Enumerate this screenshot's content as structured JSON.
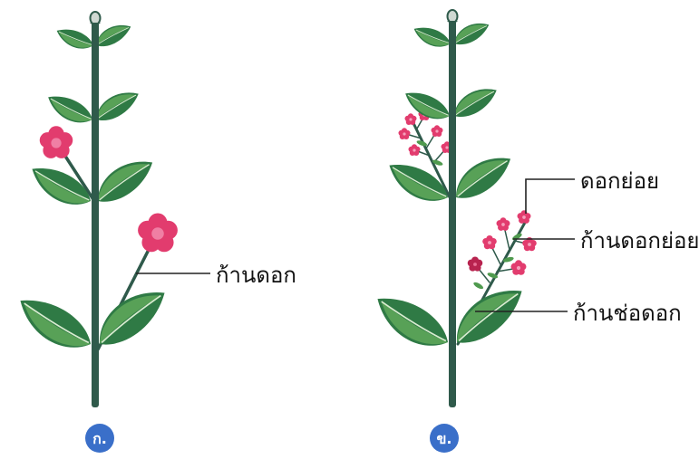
{
  "panels": [
    {
      "letter": "ก.",
      "labels": [
        "ก้านดอก"
      ]
    },
    {
      "letter": "ข.",
      "labels": [
        "ดอกย่อย",
        "ก้านดอกย่อย",
        "ก้านช่อดอก"
      ]
    }
  ],
  "colors": {
    "background": "#ffffff",
    "stem": "#2f5a4b",
    "leaf_dark": "#2f7a45",
    "leaf_light": "#5fa85a",
    "leaf_vein": "#d9ecd0",
    "flower": "#e23c6e",
    "flower_dark": "#b8234f",
    "flower_light": "#f07fa4",
    "badge": "#3a6fc9",
    "label_line": "#222222"
  }
}
